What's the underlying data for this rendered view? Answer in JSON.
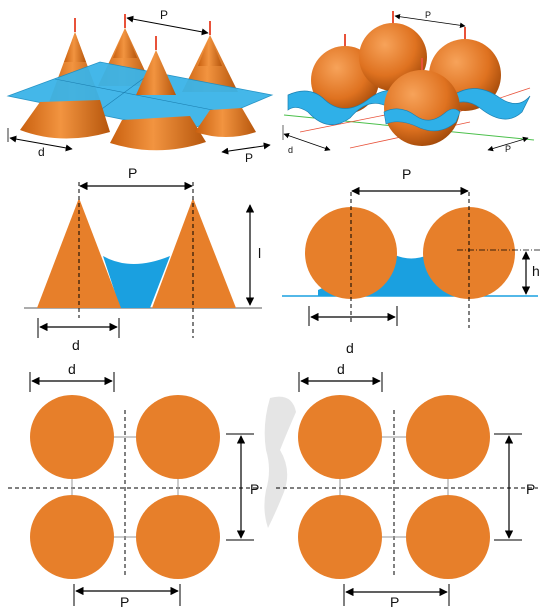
{
  "labels": {
    "p": "P",
    "d": "d",
    "l": "l",
    "h": "h"
  },
  "colors": {
    "orange": "#e77f2a",
    "orange_dark": "#b95a10",
    "blue": "#29a8e0",
    "blue_light": "#7fd0f2",
    "line": "#000000",
    "axis_red": "#e8523a",
    "axis_green": "#4cc04c"
  }
}
